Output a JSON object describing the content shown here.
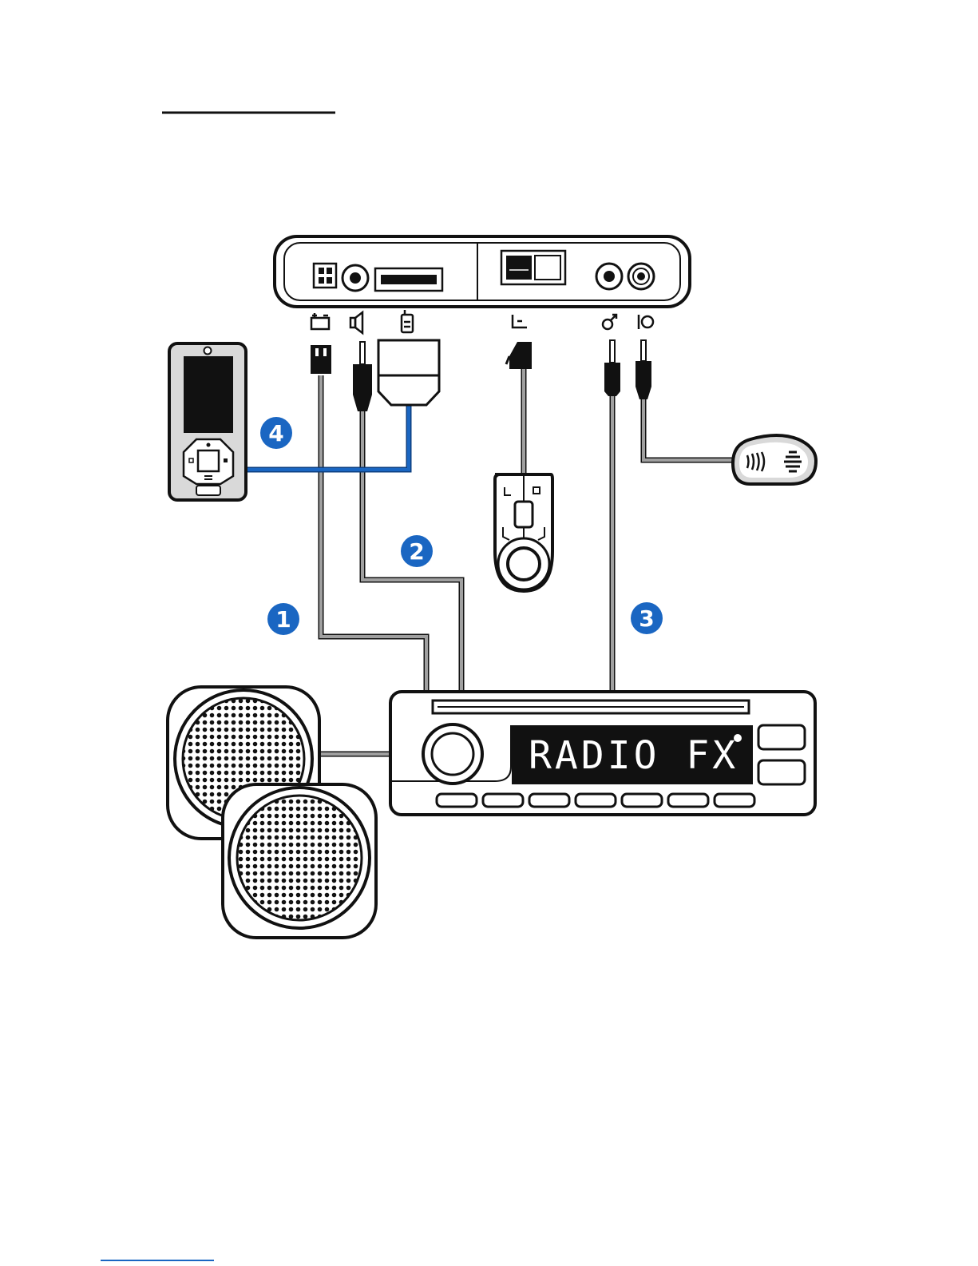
{
  "colors": {
    "outline": "#111111",
    "cable_grey": "#8c8c8c",
    "cable_blue": "#1a66c2",
    "callout_fill": "#1a66c2",
    "device_fill": "#ffffff",
    "device_shade": "#d9d9d9",
    "display_bg": "#111111",
    "display_text": "#ffffff",
    "header_rule": "#111111",
    "footer_rule": "#1a66c2"
  },
  "callouts": [
    {
      "id": "1",
      "label": "1"
    },
    {
      "id": "2",
      "label": "2"
    },
    {
      "id": "3",
      "label": "3"
    },
    {
      "id": "4",
      "label": "4"
    }
  ],
  "radio": {
    "display_text": "RADIO FX"
  },
  "port_icons": [
    "power-battery-icon",
    "speaker-icon",
    "phone-icon",
    "display-connector-icon",
    "microphone-icon",
    "mute-icon"
  ]
}
